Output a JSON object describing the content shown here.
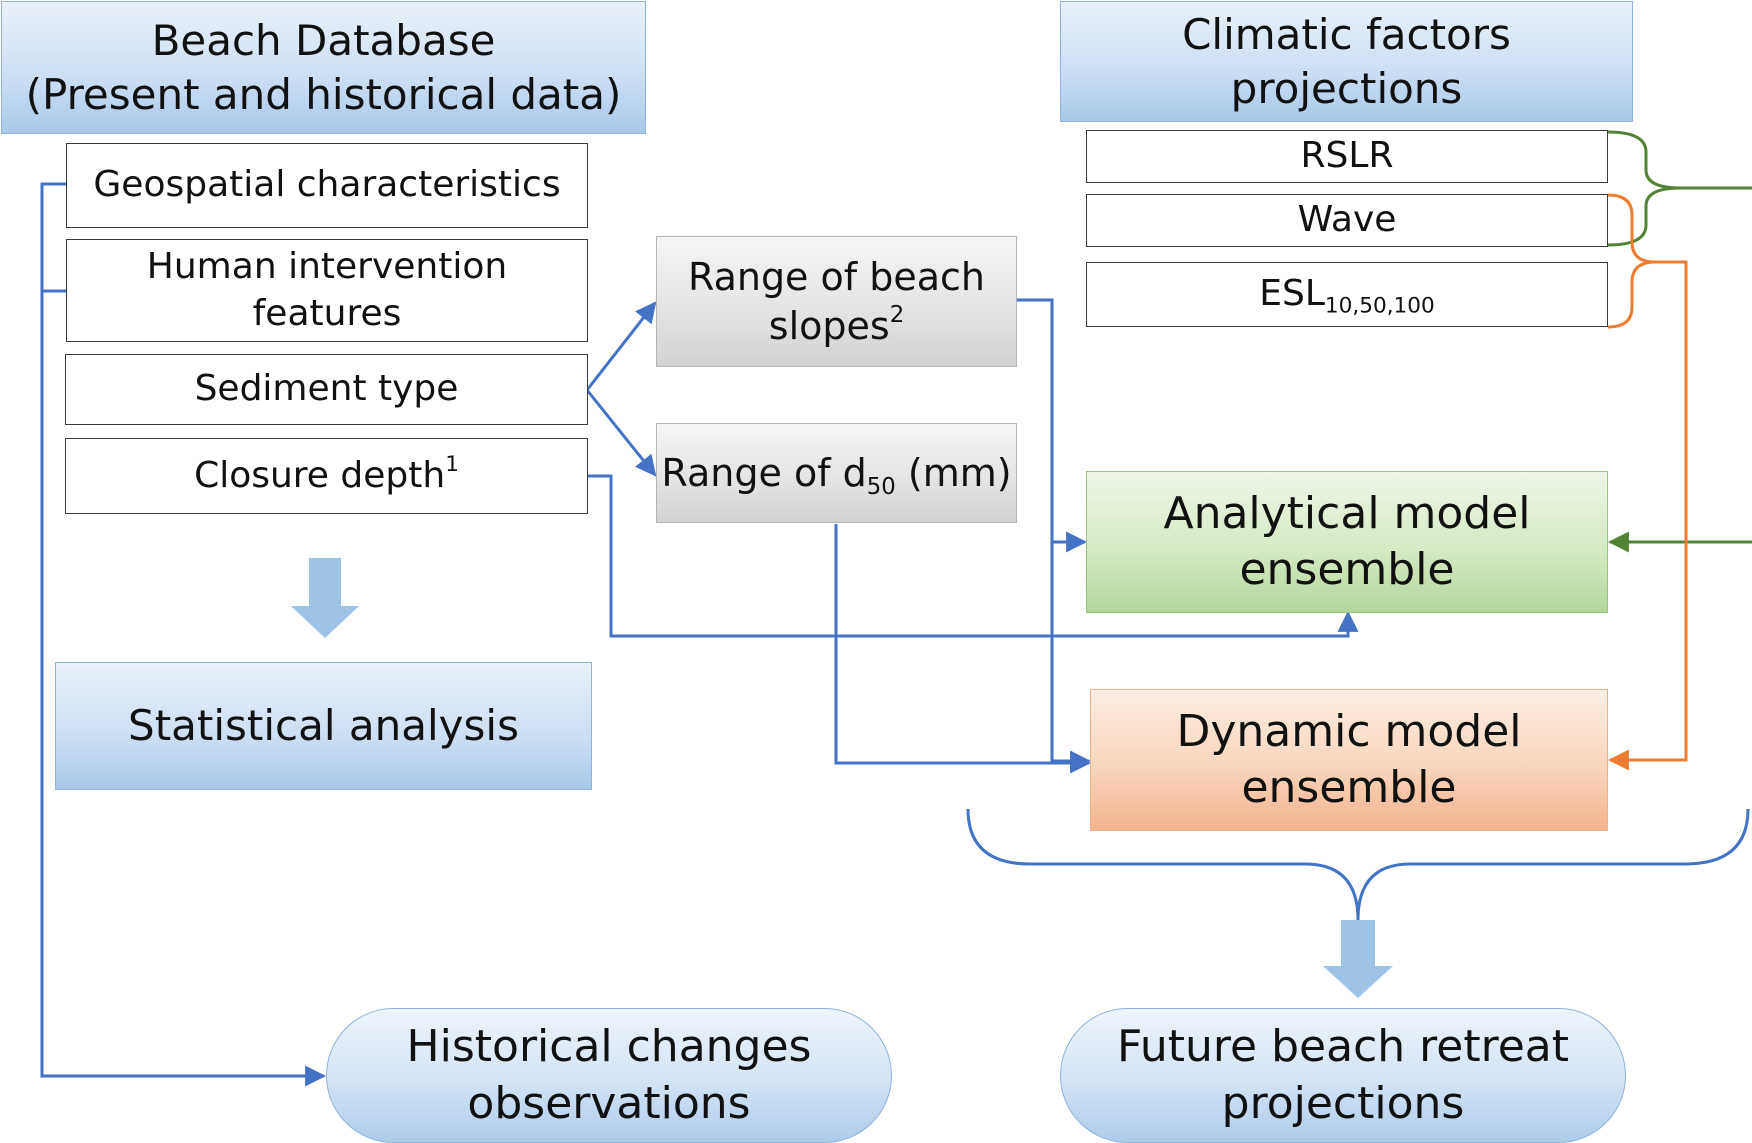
{
  "beach_database": {
    "line1": "Beach Database",
    "line2": "(Present and historical data)"
  },
  "inputs": {
    "geospatial": "Geospatial characteristics",
    "human_line1": "Human intervention",
    "human_line2": "features",
    "sediment": "Sediment type",
    "closure": "Closure depth",
    "closure_sup": "1"
  },
  "ranges": {
    "slopes_line1": "Range of beach",
    "slopes_line2": "slopes",
    "slopes_sup": "2",
    "d50_prefix": "Range of d",
    "d50_sub": "50",
    "d50_suffix": " (mm)"
  },
  "statistical_analysis": "Statistical analysis",
  "historical": {
    "line1": "Historical changes",
    "line2": "observations"
  },
  "climatic": {
    "title": "Climatic factors projections",
    "rslr": "RSLR",
    "wave": "Wave",
    "esl": "ESL",
    "esl_sub": "10,50,100"
  },
  "analytical": {
    "line1": "Analytical model",
    "line2": "ensemble"
  },
  "dynamic": {
    "line1": "Dynamic model",
    "line2": "ensemble"
  },
  "future": {
    "line1": "Future beach retreat",
    "line2": "projections"
  },
  "colors": {
    "blue_line": "#4472c4",
    "green_line": "#548235",
    "orange_line": "#ed7d31",
    "block_arrow": "#9dc3e6"
  }
}
